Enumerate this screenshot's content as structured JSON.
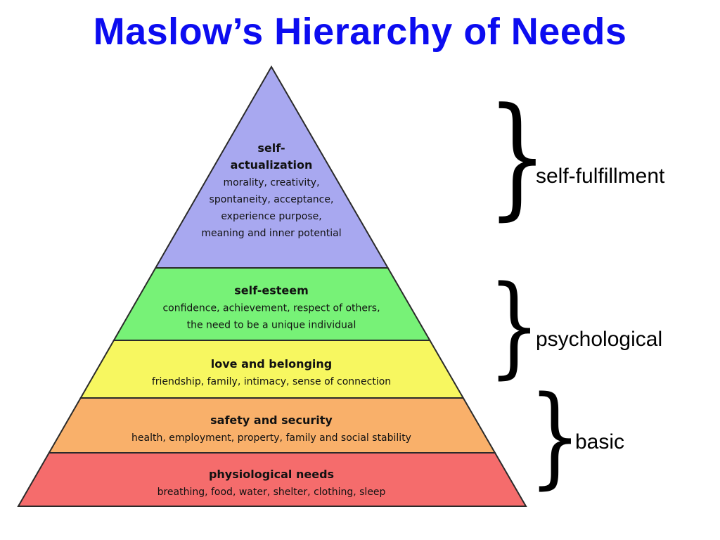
{
  "title": "Maslow’s Hierarchy of Needs",
  "levels": [
    {
      "title_lines": [
        "self-",
        "actualization"
      ],
      "desc_lines": [
        "morality, creativity,",
        "spontaneity, acceptance,",
        "experience purpose,",
        "meaning and inner potential"
      ],
      "color": "#a8a8f0"
    },
    {
      "title_lines": [
        "self-esteem"
      ],
      "desc_lines": [
        "confidence, achievement, respect of others,",
        "the need to be a unique individual"
      ],
      "color": "#77f277"
    },
    {
      "title_lines": [
        "love and belonging"
      ],
      "desc_lines": [
        "friendship, family, intimacy, sense of connection"
      ],
      "color": "#f7f760"
    },
    {
      "title_lines": [
        "safety and security"
      ],
      "desc_lines": [
        "health, employment, property, family and social stability"
      ],
      "color": "#f9b06a"
    },
    {
      "title_lines": [
        "physiological needs"
      ],
      "desc_lines": [
        "breathing, food, water, shelter, clothing, sleep"
      ],
      "color": "#f56c6c"
    }
  ],
  "groups": [
    {
      "label": "self-fulfillment"
    },
    {
      "label": "psychological"
    },
    {
      "label": "basic"
    }
  ]
}
